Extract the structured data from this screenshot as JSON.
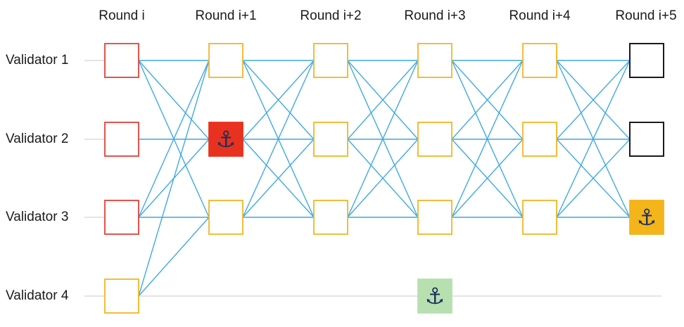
{
  "rounds": [
    "Round i",
    "Round i+1",
    "Round i+2",
    "Round i+3",
    "Round i+4",
    "Round i+5"
  ],
  "validators": [
    "Validator 1",
    "Validator 2",
    "Validator 3",
    "Validator 4"
  ],
  "colors": {
    "edge": "#3fa9e6",
    "timeline": "#d4d4d4",
    "round_i_border": "#e0413a",
    "vertex_border": "#f3b524",
    "pending_border": "#1a1a1a",
    "anchor_red_fill": "#e8321f",
    "anchor_gold_fill": "#f3b51a",
    "anchor_green_fill": "#b7e0b0",
    "anchor_glyph": "#1d2f5e"
  },
  "vertices": [
    {
      "round": 0,
      "validator": 0,
      "style": "red-outline"
    },
    {
      "round": 0,
      "validator": 1,
      "style": "red-outline"
    },
    {
      "round": 0,
      "validator": 2,
      "style": "red-outline"
    },
    {
      "round": 0,
      "validator": 3,
      "style": "outline"
    },
    {
      "round": 1,
      "validator": 0,
      "style": "outline"
    },
    {
      "round": 1,
      "validator": 1,
      "style": "anchor-red"
    },
    {
      "round": 1,
      "validator": 2,
      "style": "outline"
    },
    {
      "round": 2,
      "validator": 0,
      "style": "outline"
    },
    {
      "round": 2,
      "validator": 1,
      "style": "outline"
    },
    {
      "round": 2,
      "validator": 2,
      "style": "outline"
    },
    {
      "round": 3,
      "validator": 0,
      "style": "outline"
    },
    {
      "round": 3,
      "validator": 1,
      "style": "outline"
    },
    {
      "round": 3,
      "validator": 2,
      "style": "outline"
    },
    {
      "round": 3,
      "validator": 3,
      "style": "anchor-green"
    },
    {
      "round": 4,
      "validator": 0,
      "style": "outline"
    },
    {
      "round": 4,
      "validator": 1,
      "style": "outline"
    },
    {
      "round": 4,
      "validator": 2,
      "style": "outline"
    },
    {
      "round": 5,
      "validator": 0,
      "style": "pending"
    },
    {
      "round": 5,
      "validator": 1,
      "style": "pending"
    },
    {
      "round": 5,
      "validator": 2,
      "style": "anchor-gold"
    }
  ],
  "edges": [
    {
      "from": [
        0,
        0
      ],
      "to": [
        1,
        0
      ]
    },
    {
      "from": [
        0,
        0
      ],
      "to": [
        1,
        1
      ]
    },
    {
      "from": [
        0,
        0
      ],
      "to": [
        1,
        2
      ]
    },
    {
      "from": [
        0,
        1
      ],
      "to": [
        1,
        1
      ]
    },
    {
      "from": [
        0,
        2
      ],
      "to": [
        1,
        0
      ]
    },
    {
      "from": [
        0,
        2
      ],
      "to": [
        1,
        1
      ]
    },
    {
      "from": [
        0,
        2
      ],
      "to": [
        1,
        2
      ]
    },
    {
      "from": [
        0,
        3
      ],
      "to": [
        1,
        0
      ]
    },
    {
      "from": [
        0,
        3
      ],
      "to": [
        1,
        2
      ]
    },
    {
      "from": [
        1,
        0
      ],
      "to": [
        2,
        0
      ]
    },
    {
      "from": [
        1,
        0
      ],
      "to": [
        2,
        1
      ]
    },
    {
      "from": [
        1,
        0
      ],
      "to": [
        2,
        2
      ]
    },
    {
      "from": [
        1,
        1
      ],
      "to": [
        2,
        0
      ]
    },
    {
      "from": [
        1,
        1
      ],
      "to": [
        2,
        1
      ]
    },
    {
      "from": [
        1,
        1
      ],
      "to": [
        2,
        2
      ]
    },
    {
      "from": [
        1,
        2
      ],
      "to": [
        2,
        0
      ]
    },
    {
      "from": [
        1,
        2
      ],
      "to": [
        2,
        1
      ]
    },
    {
      "from": [
        1,
        2
      ],
      "to": [
        2,
        2
      ]
    },
    {
      "from": [
        2,
        0
      ],
      "to": [
        3,
        0
      ]
    },
    {
      "from": [
        2,
        0
      ],
      "to": [
        3,
        1
      ]
    },
    {
      "from": [
        2,
        0
      ],
      "to": [
        3,
        2
      ]
    },
    {
      "from": [
        2,
        1
      ],
      "to": [
        3,
        0
      ]
    },
    {
      "from": [
        2,
        1
      ],
      "to": [
        3,
        1
      ]
    },
    {
      "from": [
        2,
        1
      ],
      "to": [
        3,
        2
      ]
    },
    {
      "from": [
        2,
        2
      ],
      "to": [
        3,
        0
      ]
    },
    {
      "from": [
        2,
        2
      ],
      "to": [
        3,
        1
      ]
    },
    {
      "from": [
        2,
        2
      ],
      "to": [
        3,
        2
      ]
    },
    {
      "from": [
        3,
        0
      ],
      "to": [
        4,
        0
      ]
    },
    {
      "from": [
        3,
        0
      ],
      "to": [
        4,
        1
      ]
    },
    {
      "from": [
        3,
        0
      ],
      "to": [
        4,
        2
      ]
    },
    {
      "from": [
        3,
        1
      ],
      "to": [
        4,
        0
      ]
    },
    {
      "from": [
        3,
        1
      ],
      "to": [
        4,
        1
      ]
    },
    {
      "from": [
        3,
        1
      ],
      "to": [
        4,
        2
      ]
    },
    {
      "from": [
        3,
        2
      ],
      "to": [
        4,
        0
      ]
    },
    {
      "from": [
        3,
        2
      ],
      "to": [
        4,
        1
      ]
    },
    {
      "from": [
        3,
        2
      ],
      "to": [
        4,
        2
      ]
    },
    {
      "from": [
        4,
        0
      ],
      "to": [
        5,
        0
      ]
    },
    {
      "from": [
        4,
        0
      ],
      "to": [
        5,
        1
      ]
    },
    {
      "from": [
        4,
        0
      ],
      "to": [
        5,
        2
      ]
    },
    {
      "from": [
        4,
        1
      ],
      "to": [
        5,
        0
      ]
    },
    {
      "from": [
        4,
        1
      ],
      "to": [
        5,
        1
      ]
    },
    {
      "from": [
        4,
        1
      ],
      "to": [
        5,
        2
      ]
    },
    {
      "from": [
        4,
        2
      ],
      "to": [
        5,
        0
      ]
    },
    {
      "from": [
        4,
        2
      ],
      "to": [
        5,
        1
      ]
    },
    {
      "from": [
        4,
        2
      ],
      "to": [
        5,
        2
      ]
    }
  ],
  "anchor_glyph": "⚓"
}
